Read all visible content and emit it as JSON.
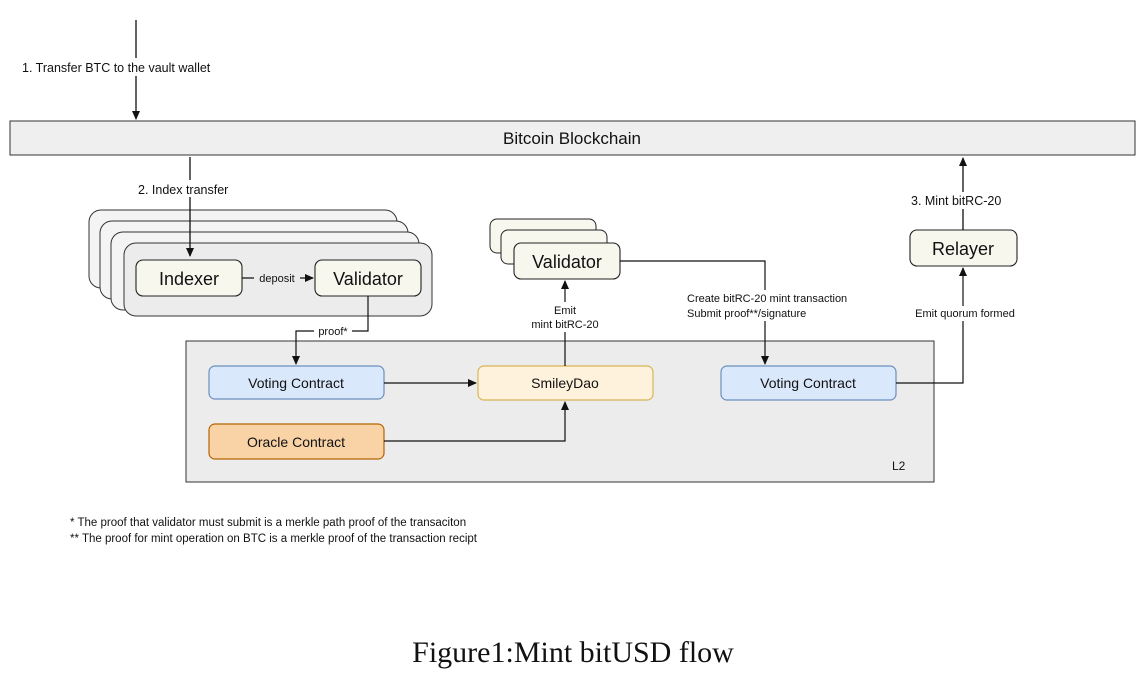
{
  "blockchain": {
    "label": "Bitcoin Blockchain"
  },
  "steps": {
    "transfer": "1. Transfer  BTC to the vault wallet",
    "index": "2. Index transfer",
    "mint": "3. Mint bitRC-20"
  },
  "nodes": {
    "indexer": "Indexer",
    "validator_left": "Validator",
    "validator_mid": "Validator",
    "relayer": "Relayer",
    "voting_left": "Voting Contract",
    "oracle": "Oracle Contract",
    "smileydao": "SmileyDao",
    "voting_right": "Voting Contract"
  },
  "edge_labels": {
    "deposit": "deposit",
    "proof": "proof*",
    "emit_line1": "Emit",
    "emit_line2": "mint bitRC-20",
    "create_line1": "Create bitRC-20 mint transaction",
    "create_line2": "Submit proof**/signature",
    "quorum": "Emit quorum formed"
  },
  "l2_label": "L2",
  "footnotes": [
    "*  The proof that validator must submit is a merkle path proof of the transaciton",
    "** The proof for mint operation on BTC is a merkle proof of the transaction recipt"
  ],
  "caption": "Figure1:Mint bitUSD flow",
  "colors": {
    "blockchain_fill": "#efefef",
    "node_fill": "#f7f7ee",
    "voting_fill": "#dae8fc",
    "voting_stroke": "#6c8ebf",
    "oracle_fill": "#f9d2a6",
    "oracle_stroke": "#b46504",
    "smiley_fill": "#fff2dc",
    "smiley_stroke": "#d6b656",
    "l2_fill": "#ececec"
  }
}
